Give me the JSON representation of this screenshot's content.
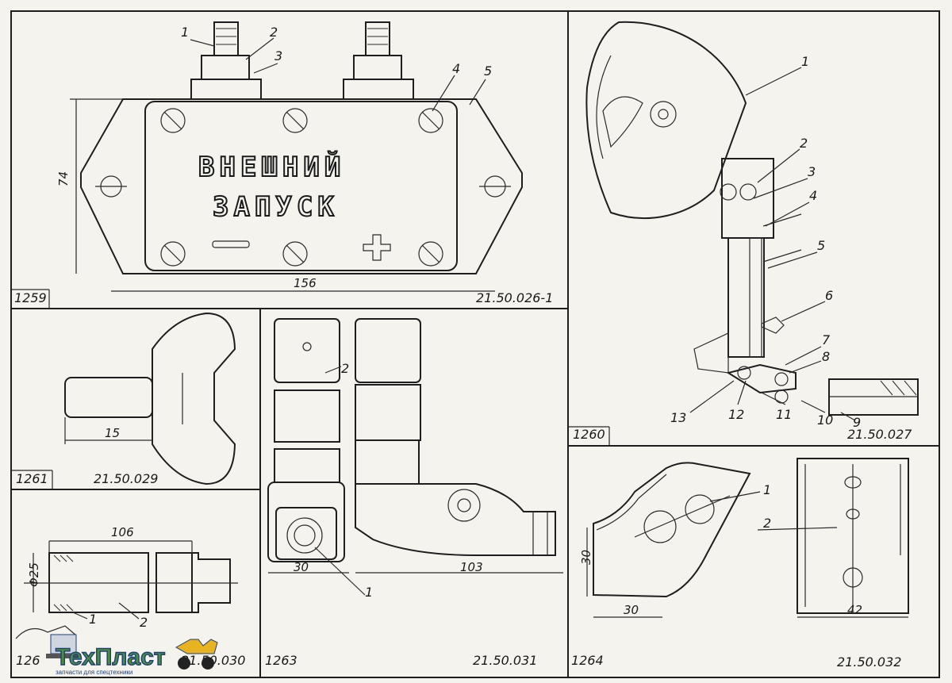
{
  "panels": {
    "p1259": {
      "number": "1259",
      "code": "21.50.026-1",
      "stencil_line1": "ВНЕШНИЙ",
      "stencil_line2": "ЗАПУСК",
      "dim_height": "74",
      "dim_width": "156",
      "callouts": [
        "1",
        "2",
        "3",
        "4",
        "5"
      ]
    },
    "p1260": {
      "number": "1260",
      "code": "21.50.027",
      "callouts": [
        "1",
        "2",
        "3",
        "4",
        "5",
        "6",
        "7",
        "8",
        "9",
        "10",
        "11",
        "12",
        "13"
      ]
    },
    "p1261": {
      "number": "1261",
      "code": "21.50.029",
      "dim_length": "15"
    },
    "p1262": {
      "number": "126",
      "code": "21.50.030",
      "dim_length": "106",
      "dim_diameter": "Φ25",
      "callouts": [
        "1",
        "2"
      ]
    },
    "p1263": {
      "number": "1263",
      "code": "21.50.031",
      "dim_a": "30",
      "dim_b": "103",
      "callouts": [
        "1",
        "2"
      ]
    },
    "p1264": {
      "number": "1264",
      "code": "21.50.032",
      "dim_h": "30",
      "dim_w1": "30",
      "dim_w2": "42",
      "callouts": [
        "1",
        "2"
      ]
    }
  },
  "watermark": {
    "brand": "ТехПласт",
    "tagline": "запчасти для спецтехники",
    "brand_color": "#4b8f3a",
    "outline_color": "#1f3f7a",
    "accent_color": "#e8b320"
  }
}
